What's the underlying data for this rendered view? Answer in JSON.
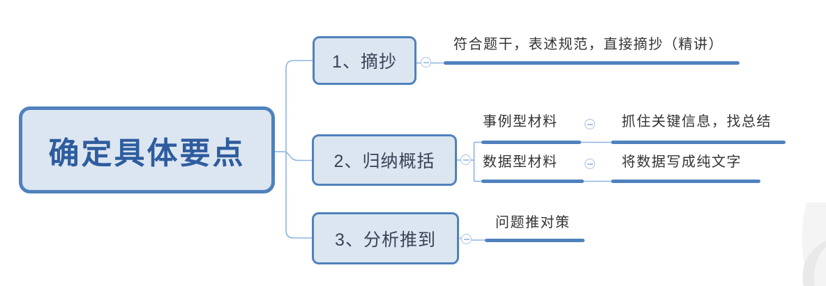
{
  "colors": {
    "node_border": "#4F81BD",
    "node_fill": "#DCE6F1",
    "root_text": "#2E5C9E",
    "node_text": "#3A4256",
    "label_text": "#333333",
    "branch_line": "#4F81BD",
    "connector_color": "#8DB3E2",
    "circle_border": "#A7C0E4"
  },
  "mindmap": {
    "root": {
      "title": "确定具体要点"
    },
    "topics": [
      {
        "title": "1、摘抄",
        "detail": "符合题干，表述规范，直接摘抄（精讲）"
      },
      {
        "title": "2、归纳概括",
        "subtopics": [
          {
            "title": "事例型材料",
            "detail": "抓住关键信息，找总结"
          },
          {
            "title": "数据型材料",
            "detail": "将数据写成纯文字"
          }
        ]
      },
      {
        "title": "3、分析推到",
        "detail": "问题推对策"
      }
    ]
  }
}
